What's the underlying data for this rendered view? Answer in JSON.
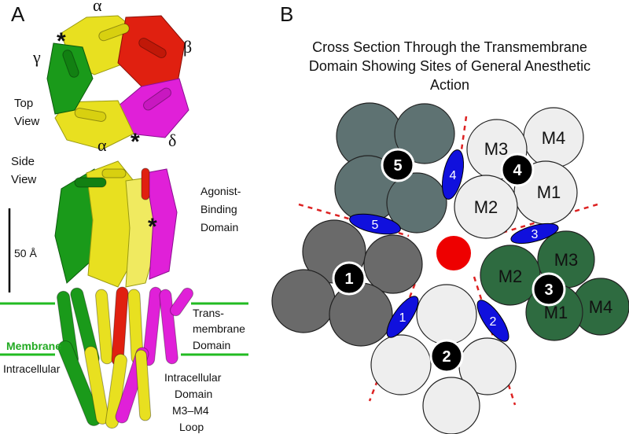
{
  "panel_a": {
    "label": "A",
    "subunits": {
      "alpha_top": "α",
      "beta": "β",
      "gamma": "γ",
      "alpha_bottom": "α",
      "delta": "δ"
    },
    "asterisk": "*",
    "top_view_label": [
      "Top",
      "View"
    ],
    "side_view_label": [
      "Side",
      "View"
    ],
    "scale_bar_label": "50 Å",
    "agonist_domain_label": [
      "Agonist-",
      "Binding",
      "Domain"
    ],
    "transmembrane_label": [
      "Trans-",
      "membrane",
      "Domain"
    ],
    "membrane_label": "Membrane",
    "intracellular_label": "Intracellular",
    "intracellular_domain_label": [
      "Intracellular",
      "Domain",
      "M3–M4",
      "Loop"
    ],
    "colors": {
      "alpha": "#e8e020",
      "beta": "#e02010",
      "gamma": "#1a9a1a",
      "delta": "#e020d8",
      "membrane": "#22bb22"
    }
  },
  "panel_b": {
    "label": "B",
    "title": [
      "Cross Section Through the Transmembrane",
      "Domain Showing Sites of General Anesthetic",
      "Action"
    ],
    "helix_labels": {
      "m1": "M1",
      "m2": "M2",
      "m3": "M3",
      "m4": "M4"
    },
    "subunit_numbers": [
      "1",
      "2",
      "3",
      "4",
      "5"
    ],
    "site_numbers": [
      "1",
      "2",
      "3",
      "4",
      "5"
    ],
    "colors": {
      "slate": "#5e7272",
      "gray": "#6a6a6a",
      "light": "#eeeeee",
      "green": "#2e6b40",
      "site": "#1010dd",
      "pore": "#ee0000",
      "divider": "#dd2222"
    }
  }
}
